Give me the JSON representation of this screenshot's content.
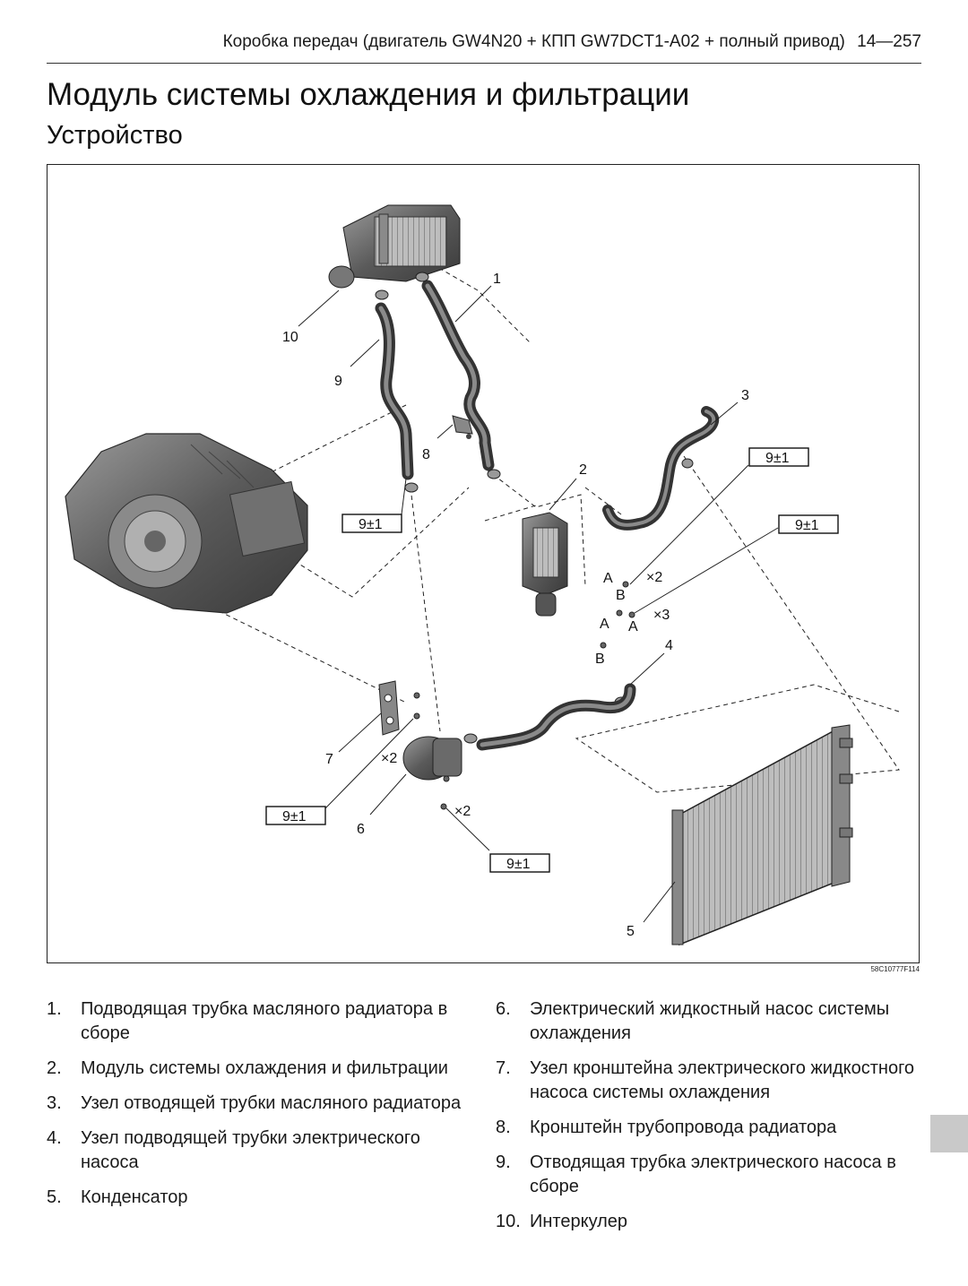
{
  "header": {
    "text": "Коробка передач (двигатель GW4N20 + КПП GW7DCT1-A02 + полный привод)",
    "page_number": "14—257"
  },
  "title": "Модуль системы охлаждения и фильтрации",
  "subtitle": "Устройство",
  "figure": {
    "callouts": [
      "1",
      "2",
      "3",
      "4",
      "5",
      "6",
      "7",
      "8",
      "9",
      "10"
    ],
    "torque_spec": "9±1",
    "multipliers": {
      "x2": "×2",
      "x3": "×3"
    },
    "markers": {
      "a": "A",
      "b": "B"
    },
    "code": "58C10777F114"
  },
  "legend": [
    {
      "num": "1.",
      "text": "Подводящая трубка масляного радиатора в сборе"
    },
    {
      "num": "2.",
      "text": "Модуль системы охлаждения и фильтра­ции"
    },
    {
      "num": "3.",
      "text": "Узел отводящей трубки масляного радиа­тора"
    },
    {
      "num": "4.",
      "text": "Узел подводящей трубки электрического насоса"
    },
    {
      "num": "5.",
      "text": "Конденсатор"
    },
    {
      "num": "6.",
      "text": "Электрический жидкостный насос системы охлаждения"
    },
    {
      "num": "7.",
      "text": "Узел кронштейна электрического жидкост­ного насоса системы охлаждения"
    },
    {
      "num": "8.",
      "text": "Кронштейн трубопровода радиатора"
    },
    {
      "num": "9.",
      "text": "Отводящая трубка электрического насоса в сборе"
    },
    {
      "num": "10.",
      "text": "Интеркулер"
    }
  ]
}
